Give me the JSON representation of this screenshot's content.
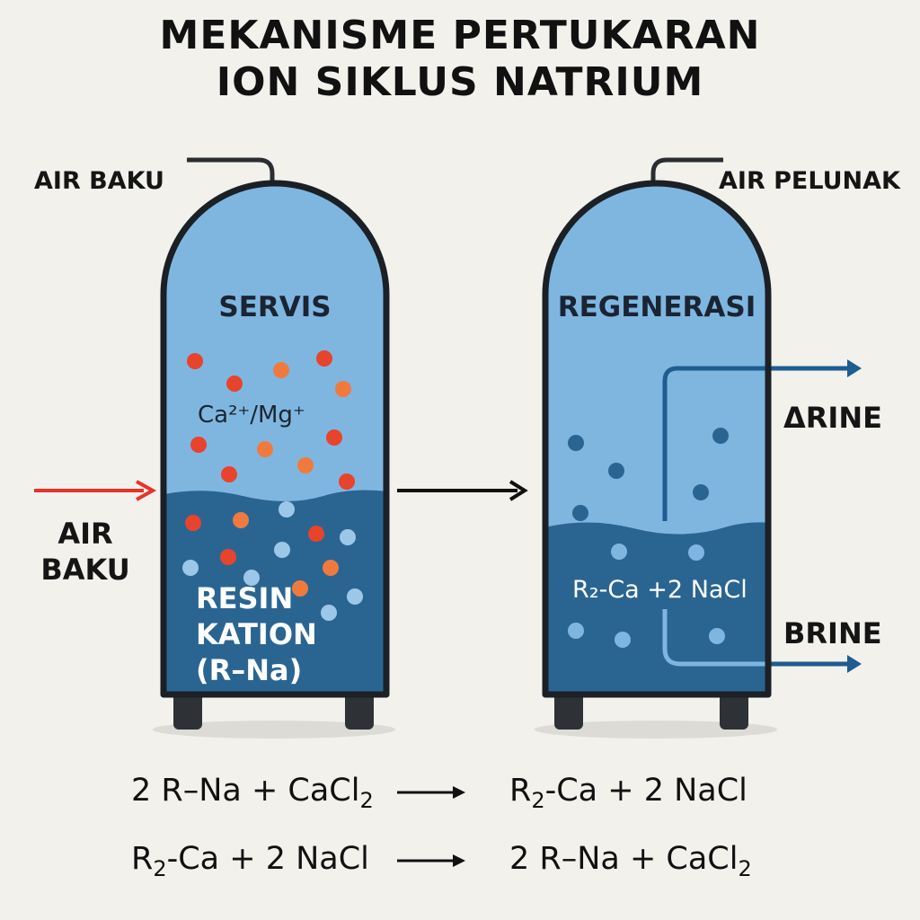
{
  "title": {
    "line1": "MEKANISME PERTUKARAN",
    "line2": "ION SIKLUS NATRIUM"
  },
  "labels": {
    "air_baku_top": "AIR BAKU",
    "air_pelunak": "AIR PELUNAK",
    "air_baku_side_1": "AIR",
    "air_baku_side_2": "BAKU",
    "brine_top": "ΔRINE",
    "brine_bottom": "BRINE"
  },
  "tank_left": {
    "title": "SERVIS",
    "ion_label": "Ca²⁺/Mg⁺",
    "resin_line1": "RESIN",
    "resin_line2": "KATION",
    "resin_line3": "(R–Na)"
  },
  "tank_right": {
    "title": "REGENERASI",
    "resin_equation": "R₂-Ca +2 NaCl"
  },
  "equations": [
    {
      "left": "2 R–Na + CaCl",
      "left_sub": "2",
      "right": "R",
      "right_sub": "2",
      "right_rest": "-Ca + 2 NaCl"
    },
    {
      "left": "R",
      "left_sub": "2",
      "left_rest": "-Ca + 2 NaCl",
      "right": "2 R–Na + CaCl",
      "right_sub": "2"
    }
  ],
  "colors": {
    "background": "#f2f1ec",
    "water_light": "#7fb6e0",
    "resin_dark": "#2a6592",
    "tank_outline": "#1b2026",
    "ion_red": "#e8432c",
    "ion_orange": "#f07a3e",
    "ion_light": "#9dc7e8",
    "dot_dark": "#2a6592",
    "inlet_arrow": "#e8322a",
    "brine_pipe": "#1f5c8f"
  },
  "icons": {
    "inlet": "arrow-right-icon",
    "transfer": "arrow-right-icon",
    "brine_out": "arrow-right-icon",
    "equation": "long-arrow-right-icon"
  }
}
